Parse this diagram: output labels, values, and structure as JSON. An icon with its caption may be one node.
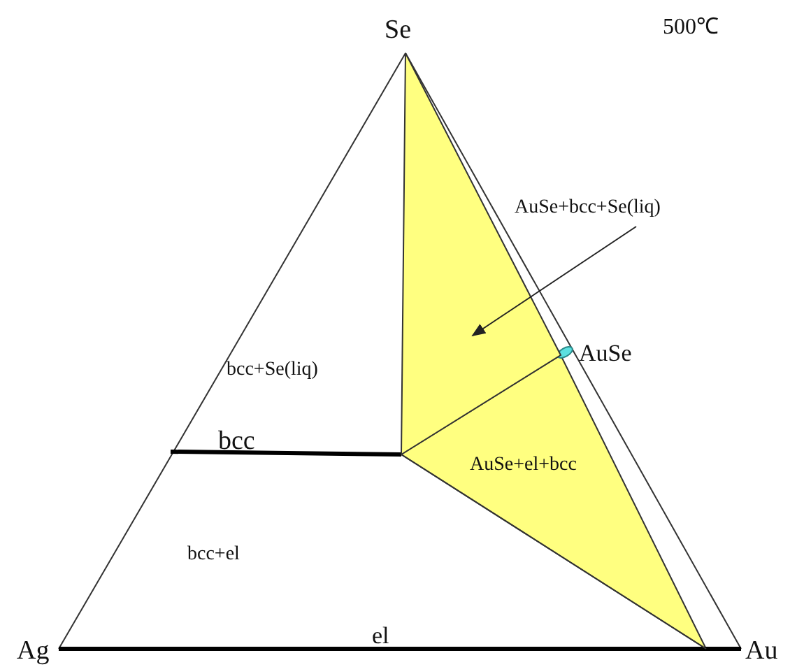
{
  "diagram": {
    "nodes": [
      {
        "text": [
          "AuSe+bcc+Se(liq)"
        ]
      },
      {
        "text": [],
        "shape": "triangle"
      }
    ],
    "edges": [
      {
        "from": 0,
        "to": 1,
        "arrow": "to"
      }
    ],
    "labels": [
      "Se",
      "500℃",
      "bcc+Se(liq)",
      "AuSe",
      "bcc",
      "AuSe+el+bcc",
      "bcc+el",
      "Ag",
      "el",
      "Au"
    ]
  }
}
